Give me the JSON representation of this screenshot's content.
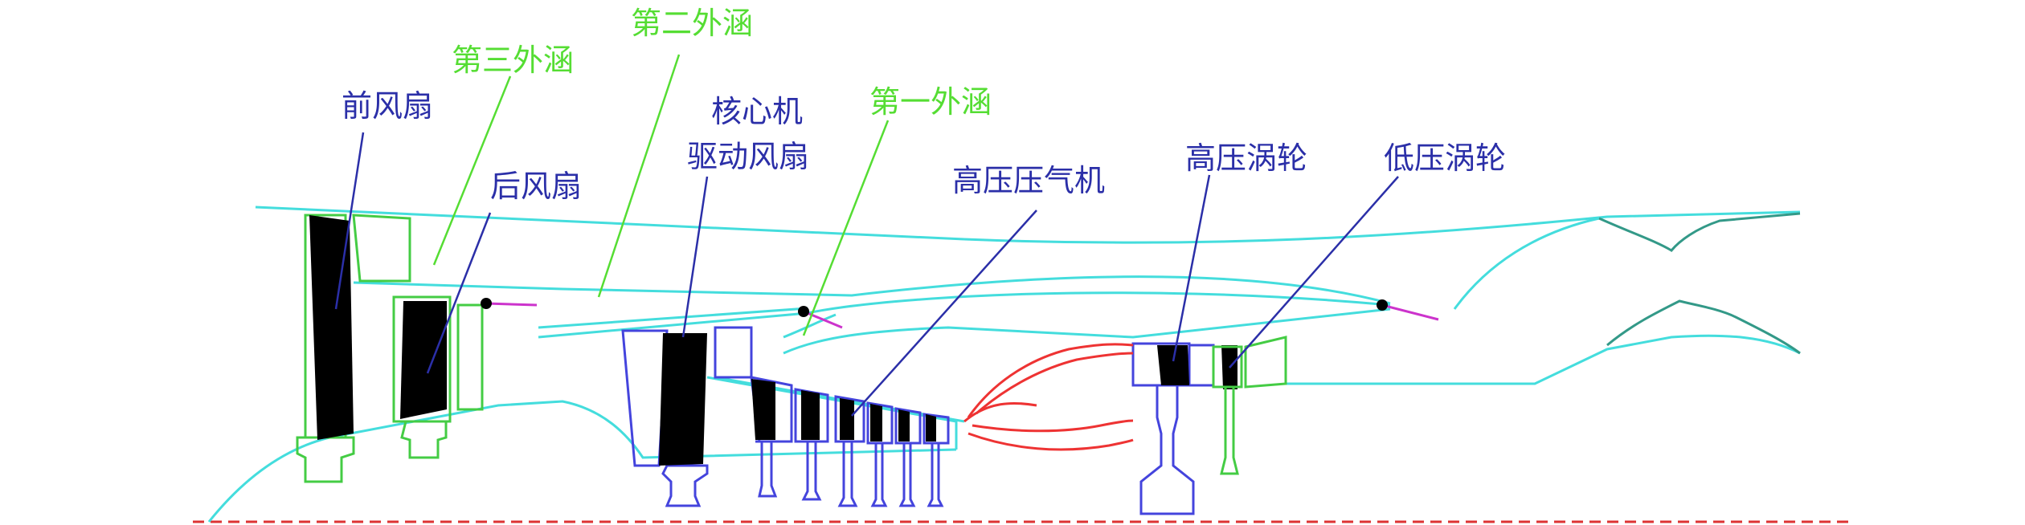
{
  "labels": {
    "front_fan": "前风扇",
    "rear_fan": "后风扇",
    "third_bypass": "第三外涵",
    "second_bypass": "第二外涵",
    "core_fan_line1": "核心机",
    "core_fan_line2": "驱动风扇",
    "first_bypass": "第一外涵",
    "hp_compressor": "高压压气机",
    "hp_turbine": "高压涡轮",
    "lp_turbine": "低压涡轮"
  },
  "colors": {
    "blue_label": "#2b2fa8",
    "green_label": "#55dd33",
    "cyan_line": "#44dddd",
    "casing_green": "#44cc44",
    "rotor_blue": "#4444dd",
    "combustor_red": "#ee3333",
    "nozzle_teal": "#339988",
    "flap_magenta": "#cc33cc",
    "axis_dash": "#dd3333",
    "blade_fill": "#000000"
  }
}
